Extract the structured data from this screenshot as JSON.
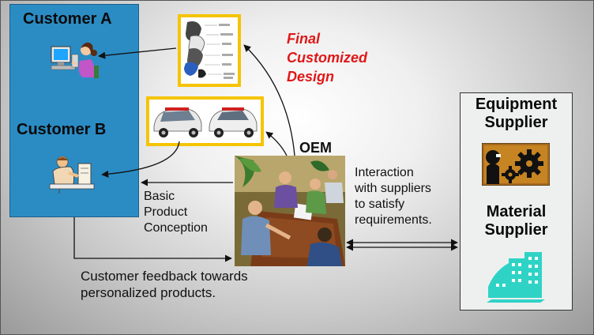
{
  "customers": {
    "a_label": "Customer A",
    "b_label": "Customer B"
  },
  "design_note": {
    "line1": "Final",
    "line2": "Customized",
    "line3": "Design"
  },
  "oem": {
    "label": "OEM"
  },
  "conception": {
    "line1": "Basic",
    "line2": "Product",
    "line3": "Conception"
  },
  "interaction": {
    "line1": "Interaction",
    "line2": "with suppliers",
    "line3": "to satisfy",
    "line4": "requirements."
  },
  "feedback": {
    "line1": "Customer feedback towards",
    "line2": "personalized products."
  },
  "suppliers": {
    "equipment_line1": "Equipment",
    "equipment_line2": "Supplier",
    "material_line1": "Material",
    "material_line2": "Supplier"
  },
  "icons": {
    "customer_a": "person-at-computer-icon",
    "customer_b": "person-at-desk-icon",
    "insole": "insole-design-icon",
    "cars": "car-models-icon",
    "meeting": "oem-meeting-icon",
    "equipment": "equipment-gears-icon",
    "material": "factory-building-icon"
  },
  "colors": {
    "customer_panel": "#2b8cc4",
    "frame_border": "#f5c400",
    "final_design_text": "#e01818",
    "factory": "#2fd3c6"
  }
}
